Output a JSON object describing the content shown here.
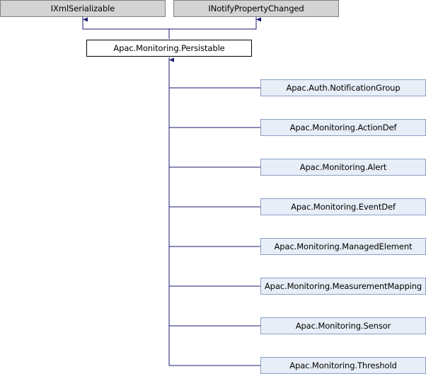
{
  "interfaces": [
    {
      "label": "IXmlSerializable"
    },
    {
      "label": "INotifyPropertyChanged"
    }
  ],
  "base": {
    "label": "Apac.Monitoring.Persistable"
  },
  "derived": [
    {
      "label": "Apac.Auth.NotificationGroup"
    },
    {
      "label": "Apac.Monitoring.ActionDef"
    },
    {
      "label": "Apac.Monitoring.Alert"
    },
    {
      "label": "Apac.Monitoring.EventDef"
    },
    {
      "label": "Apac.Monitoring.ManagedElement"
    },
    {
      "label": "Apac.Monitoring.MeasurementMapping"
    },
    {
      "label": "Apac.Monitoring.Sensor"
    },
    {
      "label": "Apac.Monitoring.Threshold"
    }
  ],
  "colors": {
    "edge": "#191970",
    "interface_fill": "#d3d3d3",
    "derived_fill": "#e8eef7"
  }
}
